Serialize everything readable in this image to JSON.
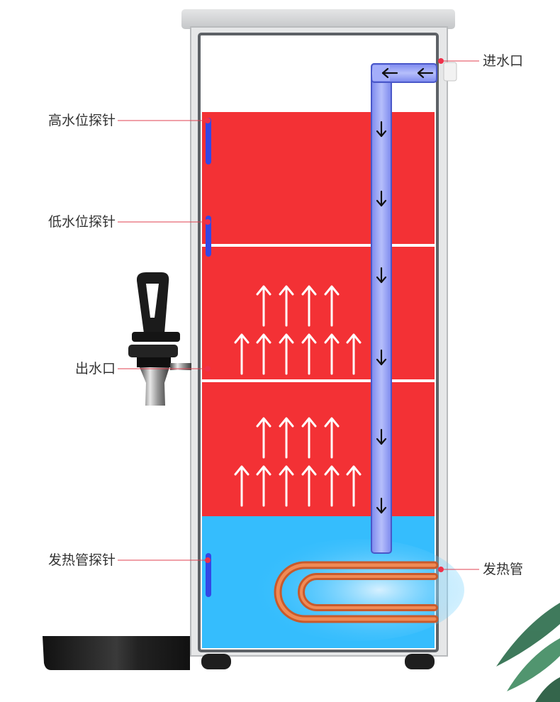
{
  "labels": {
    "high_probe": "高水位探针",
    "low_probe": "低水位探针",
    "outlet": "出水口",
    "heater_probe": "发热管探针",
    "inlet": "进水口",
    "heater": "发热管"
  },
  "colors": {
    "hot_water": "#f33135",
    "cold_water": "#35bdfd",
    "inlet_pipe": "#8f9cf6",
    "probe": "#3347e6",
    "heater": "#e0683a",
    "leader_line": "#e04050",
    "leader_dot": "#f0304a",
    "cabinet": "#c9cbcd"
  },
  "icons": {
    "tap": "water-tap-icon",
    "plant": "plant-leaf-icon",
    "arrow_up": "arrow-up-icon",
    "arrow_down": "arrow-down-icon",
    "arrow_left": "arrow-left-icon"
  }
}
